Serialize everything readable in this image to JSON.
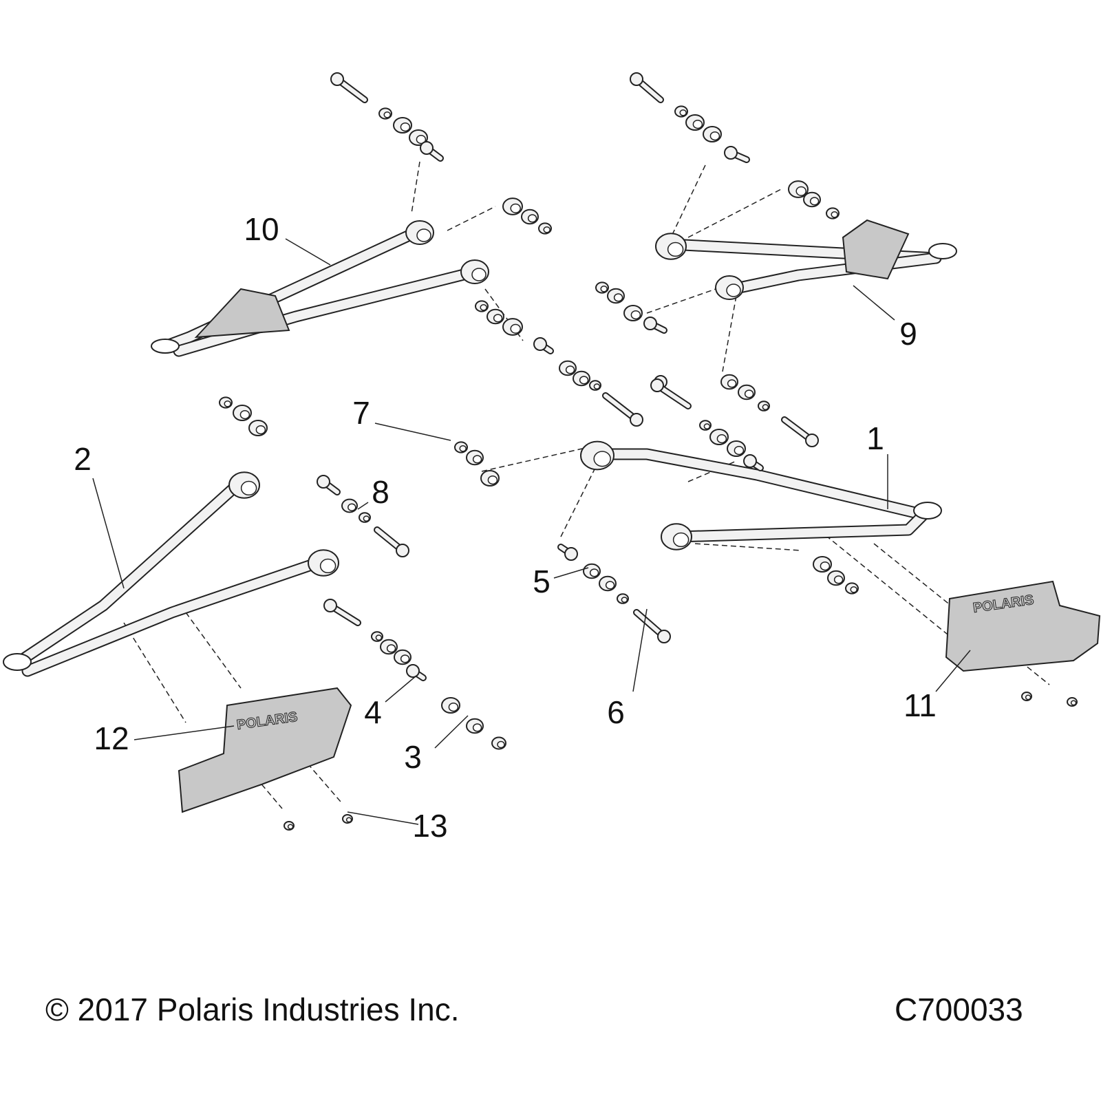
{
  "diagram": {
    "callouts": [
      "1",
      "2",
      "3",
      "4",
      "5",
      "6",
      "7",
      "8",
      "9",
      "10",
      "11",
      "12",
      "13"
    ],
    "skid_plate_logo": "POLARIS",
    "part_fill_color": "#c8c8c8",
    "tube_color": "#f2f2f2",
    "line_color": "#222222"
  },
  "footer": {
    "copyright": "© 2017 Polaris Industries Inc.",
    "diagram_code": "C700033"
  }
}
